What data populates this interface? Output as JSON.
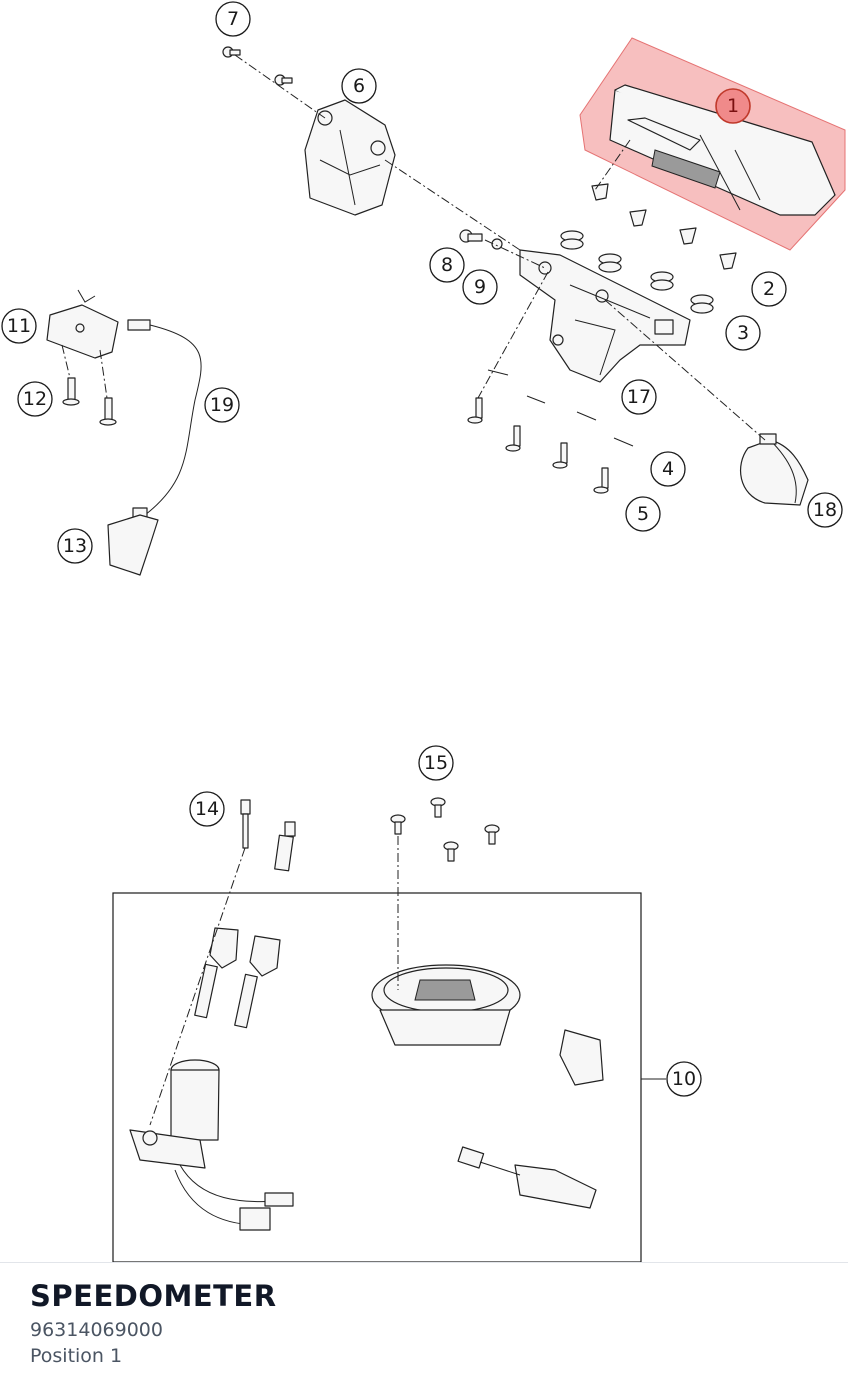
{
  "callouts": [
    {
      "label": "1",
      "active": true
    },
    {
      "label": "2"
    },
    {
      "label": "3"
    },
    {
      "label": "4"
    },
    {
      "label": "5"
    },
    {
      "label": "6"
    },
    {
      "label": "7"
    },
    {
      "label": "8"
    },
    {
      "label": "9"
    },
    {
      "label": "10"
    },
    {
      "label": "11"
    },
    {
      "label": "12"
    },
    {
      "label": "13"
    },
    {
      "label": "14"
    },
    {
      "label": "15"
    },
    {
      "label": "17"
    },
    {
      "label": "18"
    },
    {
      "label": "19"
    }
  ],
  "selected_part": {
    "name": "SPEEDOMETER",
    "number": "96314069000",
    "position": "Position 1"
  },
  "colors": {
    "highlight": "#f08a8a",
    "title": "#111827",
    "secondary_text": "#4b5563"
  }
}
